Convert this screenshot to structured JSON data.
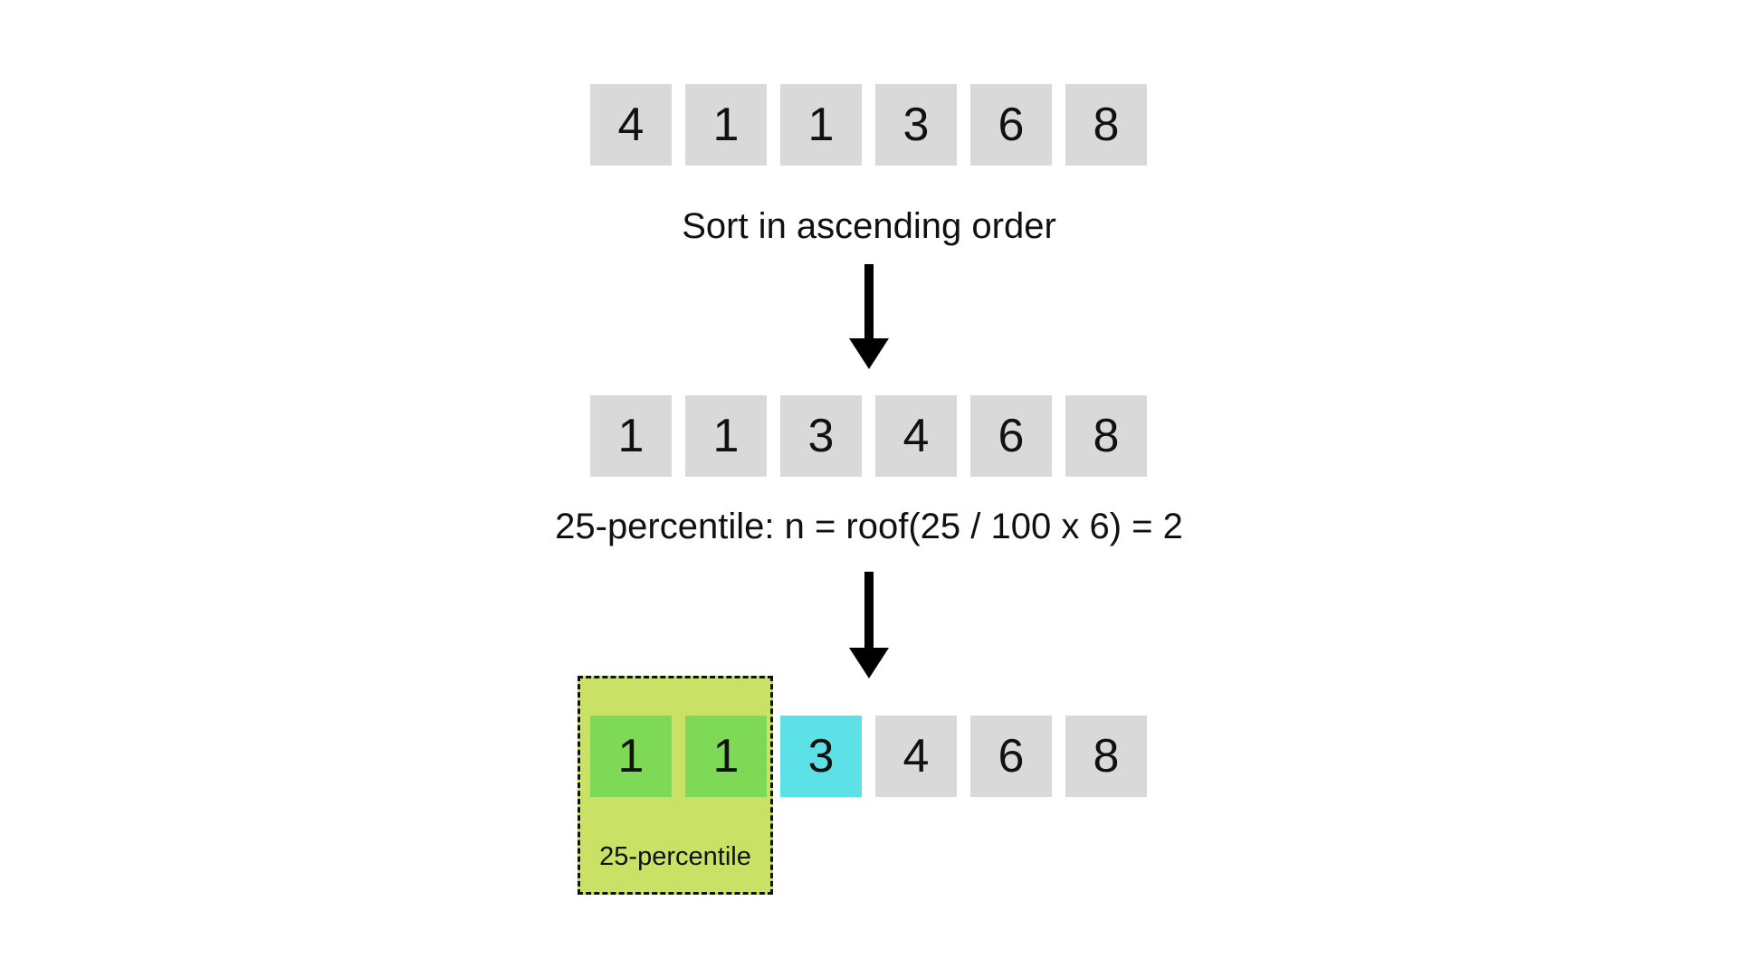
{
  "input_array": [
    "4",
    "1",
    "1",
    "3",
    "6",
    "8"
  ],
  "sort_caption": "Sort in ascending order",
  "sorted_array": [
    "1",
    "1",
    "3",
    "4",
    "6",
    "8"
  ],
  "percentile_caption": "25-percentile: n = roof(25 / 100 x 6) = 2",
  "result_array": [
    "1",
    "1",
    "3",
    "4",
    "6",
    "8"
  ],
  "result_highlight": [
    "green",
    "green",
    "cyan",
    "gray",
    "gray",
    "gray"
  ],
  "percentile_label": "25-percentile",
  "colors": {
    "cell_default": "#d9d9d9",
    "cell_percentile": "#7ed957",
    "cell_next": "#5ce1e6",
    "percentile_region": "#c9e265",
    "arrow": "#000000"
  }
}
